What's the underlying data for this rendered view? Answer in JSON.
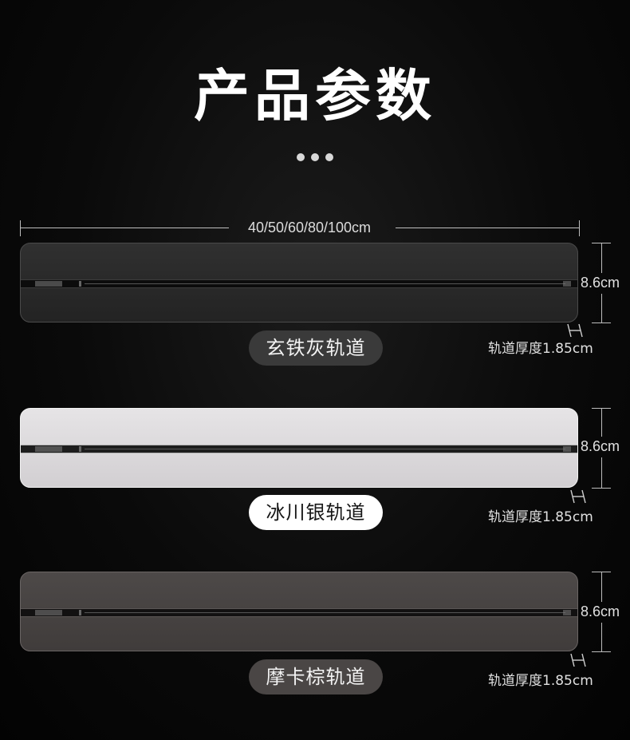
{
  "header": {
    "title": "产品参数"
  },
  "dimensions": {
    "width_label": "40/50/60/80/100cm",
    "height_label": "8.6cm",
    "thickness_label": "轨道厚度1.85cm"
  },
  "tracks": [
    {
      "name": "玄铁灰轨道",
      "color": "#2a2a2a"
    },
    {
      "name": "冰川银轨道",
      "color": "#dedcde"
    },
    {
      "name": "摩卡棕轨道",
      "color": "#454140"
    }
  ]
}
